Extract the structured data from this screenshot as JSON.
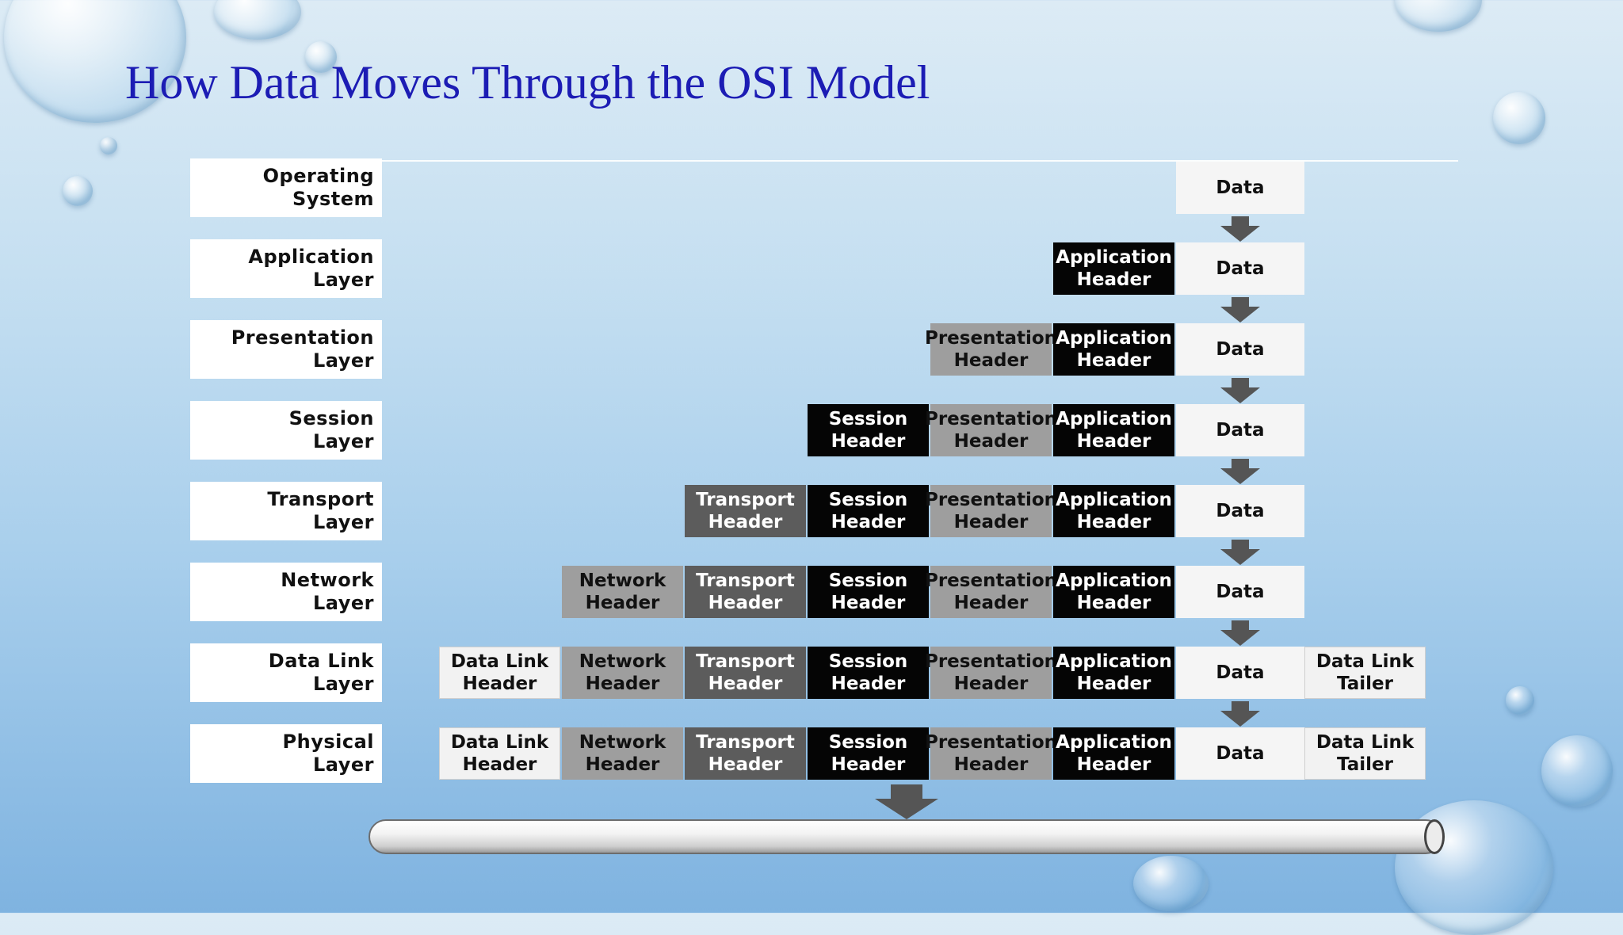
{
  "title": "How Data Moves Through the OSI Model",
  "rows": [
    {
      "label": [
        "Operating",
        "System"
      ],
      "cells": [
        {
          "text": [
            "Data"
          ],
          "kind": "data"
        }
      ]
    },
    {
      "label": [
        "Application",
        "Layer"
      ],
      "cells": [
        {
          "text": [
            "Application",
            "Header"
          ],
          "kind": "app"
        },
        {
          "text": [
            "Data"
          ],
          "kind": "data"
        }
      ]
    },
    {
      "label": [
        "Presentation",
        "Layer"
      ],
      "cells": [
        {
          "text": [
            "Presentation",
            "Header"
          ],
          "kind": "pres"
        },
        {
          "text": [
            "Application",
            "Header"
          ],
          "kind": "app"
        },
        {
          "text": [
            "Data"
          ],
          "kind": "data"
        }
      ]
    },
    {
      "label": [
        "Session",
        "Layer"
      ],
      "cells": [
        {
          "text": [
            "Session",
            "Header"
          ],
          "kind": "sess"
        },
        {
          "text": [
            "Presentation",
            "Header"
          ],
          "kind": "pres"
        },
        {
          "text": [
            "Application",
            "Header"
          ],
          "kind": "app"
        },
        {
          "text": [
            "Data"
          ],
          "kind": "data"
        }
      ]
    },
    {
      "label": [
        "Transport",
        "Layer"
      ],
      "cells": [
        {
          "text": [
            "Transport",
            "Header"
          ],
          "kind": "trans"
        },
        {
          "text": [
            "Session",
            "Header"
          ],
          "kind": "sess"
        },
        {
          "text": [
            "Presentation",
            "Header"
          ],
          "kind": "pres"
        },
        {
          "text": [
            "Application",
            "Header"
          ],
          "kind": "app"
        },
        {
          "text": [
            "Data"
          ],
          "kind": "data"
        }
      ]
    },
    {
      "label": [
        "Network",
        "Layer"
      ],
      "cells": [
        {
          "text": [
            "Network",
            "Header"
          ],
          "kind": "net"
        },
        {
          "text": [
            "Transport",
            "Header"
          ],
          "kind": "trans"
        },
        {
          "text": [
            "Session",
            "Header"
          ],
          "kind": "sess"
        },
        {
          "text": [
            "Presentation",
            "Header"
          ],
          "kind": "pres"
        },
        {
          "text": [
            "Application",
            "Header"
          ],
          "kind": "app"
        },
        {
          "text": [
            "Data"
          ],
          "kind": "data"
        }
      ]
    },
    {
      "label": [
        "Data Link",
        "Layer"
      ],
      "cells": [
        {
          "text": [
            "Data Link",
            "Header"
          ],
          "kind": "dl"
        },
        {
          "text": [
            "Network",
            "Header"
          ],
          "kind": "net"
        },
        {
          "text": [
            "Transport",
            "Header"
          ],
          "kind": "trans"
        },
        {
          "text": [
            "Session",
            "Header"
          ],
          "kind": "sess"
        },
        {
          "text": [
            "Presentation",
            "Header"
          ],
          "kind": "pres"
        },
        {
          "text": [
            "Application",
            "Header"
          ],
          "kind": "app"
        },
        {
          "text": [
            "Data"
          ],
          "kind": "data"
        },
        {
          "text": [
            "Data Link",
            "Tailer"
          ],
          "kind": "tail"
        }
      ]
    },
    {
      "label": [
        "Physical",
        "Layer"
      ],
      "cells": [
        {
          "text": [
            "Data Link",
            "Header"
          ],
          "kind": "dl"
        },
        {
          "text": [
            "Network",
            "Header"
          ],
          "kind": "net"
        },
        {
          "text": [
            "Transport",
            "Header"
          ],
          "kind": "trans"
        },
        {
          "text": [
            "Session",
            "Header"
          ],
          "kind": "sess"
        },
        {
          "text": [
            "Presentation",
            "Header"
          ],
          "kind": "pres"
        },
        {
          "text": [
            "Application",
            "Header"
          ],
          "kind": "app"
        },
        {
          "text": [
            "Data"
          ],
          "kind": "data"
        },
        {
          "text": [
            "Data Link",
            "Tailer"
          ],
          "kind": "tail"
        }
      ]
    }
  ],
  "colors": {
    "title": "#1c1cb4",
    "app_header": "#050505",
    "presentation_header": "#9e9e9e",
    "session_header": "#050505",
    "transport_header": "#5c5c5c",
    "network_header": "#9e9e9e",
    "datalink_header": "#f2f2f2",
    "arrow": "#555555"
  }
}
